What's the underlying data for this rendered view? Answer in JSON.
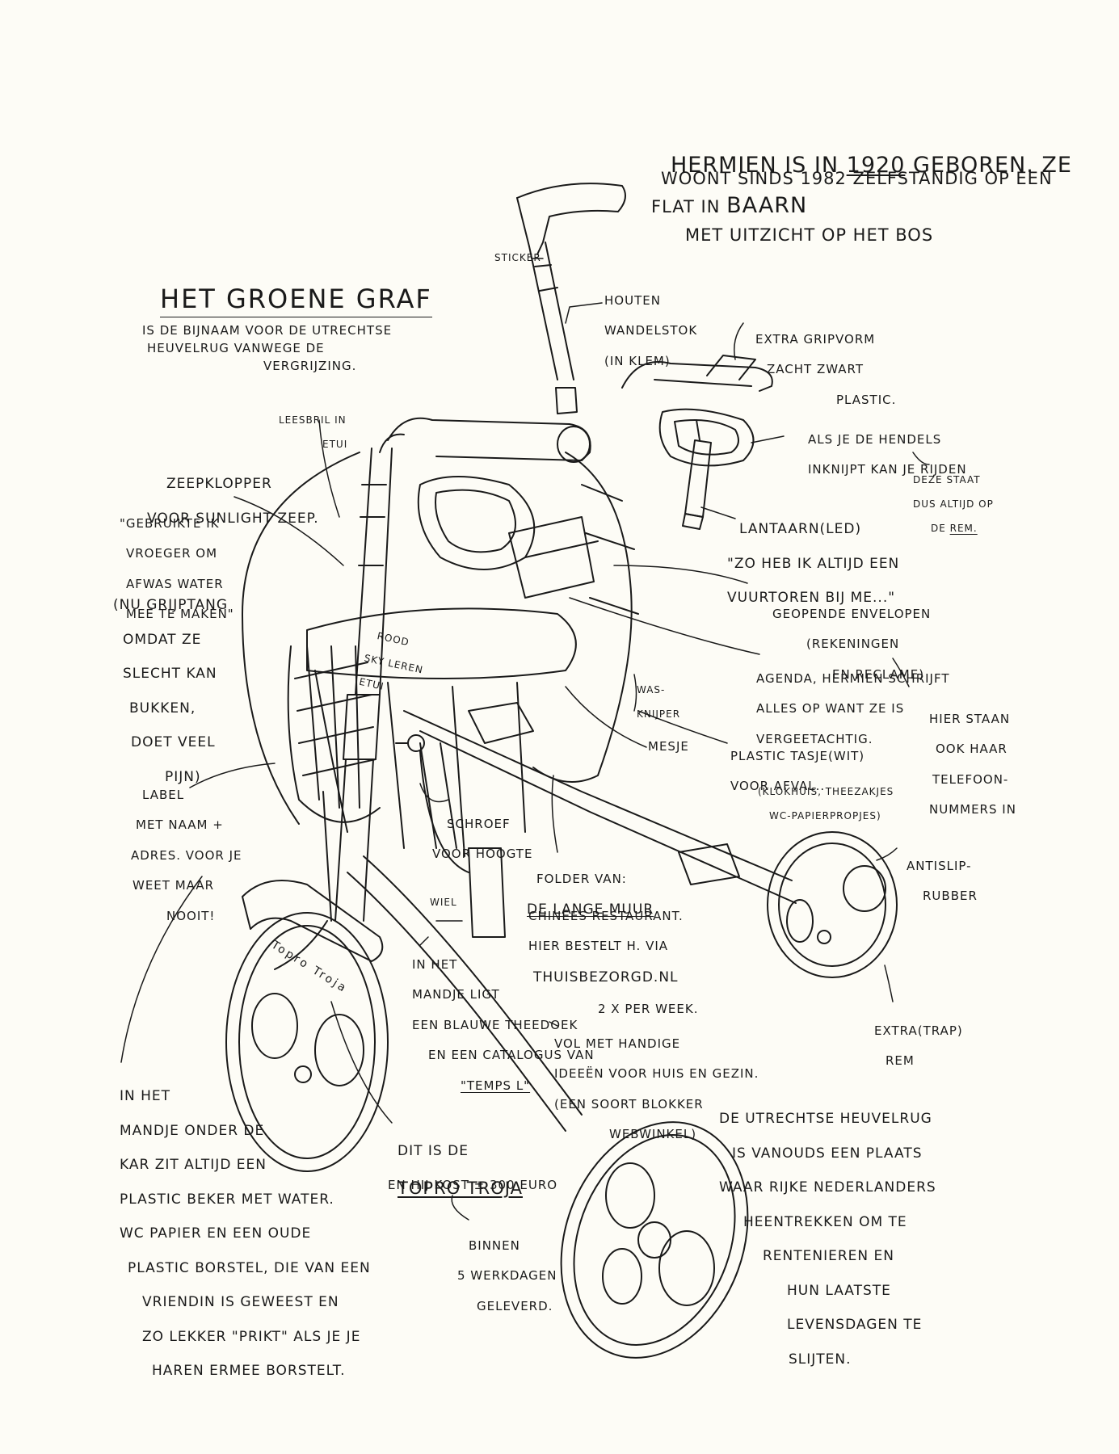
{
  "header": {
    "l1a": "Hermien is in ",
    "year": "1920",
    "l1b": " geboren. Ze",
    "l2": "woont sinds 1982 zelfstandig op een",
    "l3a": "flat in ",
    "city": "Baarn",
    "l4": "met uitzicht op het bos"
  },
  "title_block": {
    "title": "Het groene graf",
    "sub1": "is de bijnaam voor de Utrechtse",
    "sub2": "Heuvelrug vanwege de",
    "sub3": "vergrijzing."
  },
  "notes": {
    "sticker": "Sticker",
    "stok1": "Houten",
    "stok2": "wandelstok",
    "stok3": "(in klem)",
    "grip1": "Extra gripvorm",
    "grip2": "zacht zwart",
    "grip3": "plastic.",
    "leesbril1": "Leesbril in",
    "leesbril2": "etui",
    "hendel1": "Als je de hendels",
    "hendel2": "inknijpt kan je rijden",
    "rem1": "Deze staat",
    "rem2": "dus altijd op",
    "rem3a": "de ",
    "rem3b": "rem.",
    "zeep1": "Zeepklopper",
    "zeep2": "voor Sunlight zeep.",
    "zeepq1": "\"Gebruikte ik",
    "zeepq2": "vroeger om",
    "zeepq3": "afwas water",
    "zeepq4": "mee te maken\"",
    "grijp1": "(Nu grijptang",
    "grijp2": "omdat ze",
    "grijp3": "slecht kan",
    "grijp4": "bukken,",
    "grijp5": "doet veel",
    "grijp6": "pijn)",
    "lantaarn1": "Lantaarn(LED)",
    "lantaarn2": "\"Zo heb ik altijd een",
    "lantaarn3": "vuurtoren bij me...\"",
    "env1": "Geopende envelopen",
    "env2": "(rekeningen",
    "env3": "en reclame)",
    "etui1": "Rood",
    "etui2": "sky leren",
    "etui3": "etui",
    "agenda1": "Agenda, Hermien schrijft",
    "agenda2": "alles op want ze is",
    "agenda3": "vergeetachtig.",
    "tel1": "Hier staan",
    "tel2": "ook haar",
    "tel3": "telefoon-",
    "tel4": "nummers in",
    "was1": "Was-",
    "was2": "knijper",
    "mesje": "Mesje",
    "tasje1": "Plastic tasje(wit)",
    "tasje2": "voor afval..",
    "tasje3": "(klokhuis, theezakjes",
    "tasje4": "wc-papierpropjes)",
    "label1": "Label",
    "label2": "met naam +",
    "label3": "adres. voor je",
    "label4": "weet maar",
    "label5": "nooit!",
    "schroef1": "Schroef",
    "schroef2": "voor hoogte",
    "folder1": "Folder van:",
    "folder2": "De Lange Muur",
    "folder3": "Chinees restaurant.",
    "folder4": "Hier bestelt H. via",
    "folder5": "Thuisbezorgd.nl",
    "folder6": "2 x per week.",
    "antislip1": "Antislip-",
    "antislip2": "rubber",
    "wiel": "Wiel",
    "mandje1": "In het",
    "mandje2": "mandje ligt",
    "mandje3": "een blauwe theedoek",
    "mandje4": "en een catalogus van",
    "mandje5": "\"Temps L\"",
    "temps1": "vol met handige",
    "temps2": "ideeën voor huis en gezin.",
    "temps3": "(een soort Blokker",
    "temps4": "webwinkel)",
    "trap1": "Extra(trap)",
    "trap2": "rem",
    "onder1": "In het",
    "onder2": "mandje onder de",
    "onder3": "kar zit altijd een",
    "onder4": "plastic beker met water.",
    "onder5": "WC papier en een oude",
    "onder6": "plastic borstel, die van een",
    "onder7": "vriendin is geweest en",
    "onder8": "zo lekker \"prikt\" als je je",
    "onder9": "haren ermee borstelt.",
    "topro1": "Dit is de",
    "topro2": "Topro Troja",
    "topro3": "en hij kost ± 300 euro",
    "binnen1": "Binnen",
    "binnen2": "5 werkdagen",
    "binnen3": "geleverd.",
    "heuvel1": "De Utrechtse Heuvelrug",
    "heuvel2": "is vanouds een plaats",
    "heuvel3": "waar rijke Nederlanders",
    "heuvel4": "heentrekken om te",
    "heuvel5": "rentenieren en",
    "heuvel6": "hun laatste",
    "heuvel7": "levensdagen te",
    "heuvel8": "slijten."
  },
  "frame_brand": "Topro Troja",
  "colors": {
    "ink": "#1a1a1a",
    "paper": "#fdfcf6"
  }
}
